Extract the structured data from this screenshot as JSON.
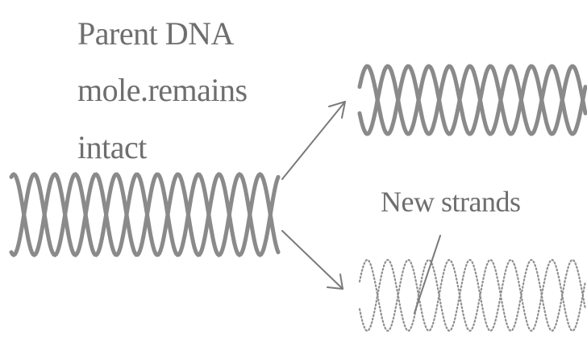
{
  "labels": {
    "parent_line1": "Parent DNA",
    "parent_line2": "mole.remains",
    "parent_line3": "intact",
    "new_strands": "New strands"
  },
  "colors": {
    "ink": "#8a8a8a",
    "text": "#6e6e6e",
    "background": "#ffffff"
  },
  "helices": {
    "parent": {
      "style": "solid",
      "half_turns": 13
    },
    "daughter_top": {
      "style": "solid",
      "half_turns": 11
    },
    "daughter_bottom": {
      "style": "dotted",
      "half_turns": 11
    }
  }
}
